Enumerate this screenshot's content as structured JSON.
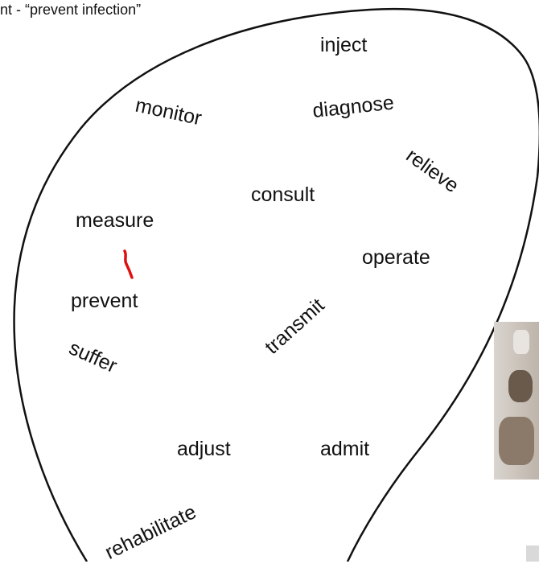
{
  "header": {
    "text": "nt - “prevent infection”"
  },
  "words": {
    "inject": "inject",
    "monitor": "monitor",
    "diagnose": "diagnose",
    "relieve": "relieve",
    "consult": "consult",
    "measure": "measure",
    "operate": "operate",
    "prevent": "prevent",
    "transmit": "transmit",
    "suffer": "suffer",
    "adjust": "adjust",
    "admit": "admit",
    "rehabilitate": "rehabilitate"
  },
  "colors": {
    "outline": "#111111",
    "annotation": "#e01010"
  }
}
